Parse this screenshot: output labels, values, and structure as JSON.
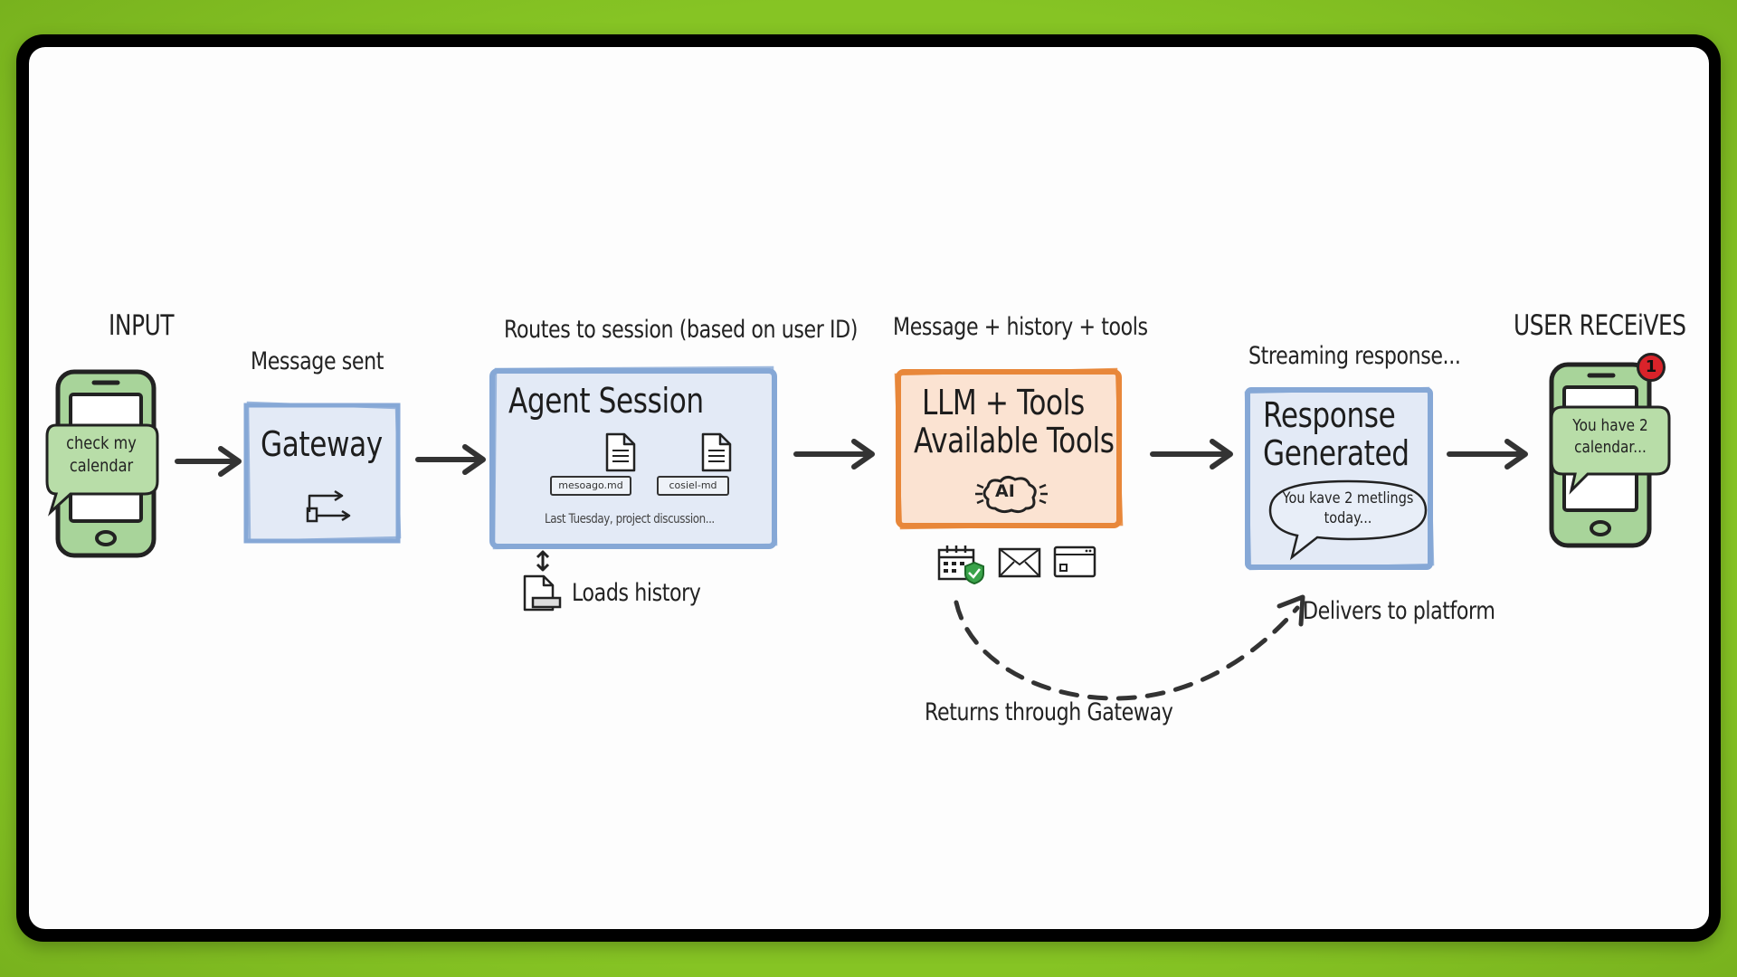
{
  "diagram": {
    "colors": {
      "background": "#86c424",
      "frame": "#000000",
      "canvas": "#fdfdfd",
      "blue_box_fill": "#e3eaf6",
      "blue_box_border": "#86a8d6",
      "orange_box_fill": "#fbe3d2",
      "orange_box_border": "#e8873a",
      "phone_green": "#a8d49a",
      "badge_red": "#d9232a",
      "ink": "#2a2a2a"
    },
    "input": {
      "heading": "INPUT",
      "bubble_text_line1": "check my",
      "bubble_text_line2": "calendar"
    },
    "gateway": {
      "caption": "Message sent",
      "title": "Gateway",
      "icon": "route-split-icon"
    },
    "agent_session": {
      "caption": "Routes to session (based on user ID)",
      "title": "Agent Session",
      "files": [
        {
          "label": "mesoago.md",
          "icon": "document-icon"
        },
        {
          "label": "cosiel-md",
          "icon": "document-icon"
        }
      ],
      "note": "Last Tuesday, project discussion...",
      "history_label": "Loads history",
      "history_icon": "document-stack-icon"
    },
    "llm": {
      "caption": "Message + history + tools",
      "title_line1": "LLM + Tools",
      "title_line2": "Available Tools",
      "ai_badge": "AI",
      "tools": [
        "calendar-check-icon",
        "envelope-icon",
        "browser-window-icon"
      ]
    },
    "response": {
      "caption": "Streaming response...",
      "title_line1": "Response",
      "title_line2": "Generated",
      "bubble_line1": "You kave 2 metlings",
      "bubble_line2": "today..."
    },
    "return_path": {
      "label": "Returns through Gateway",
      "delivers_label": "Delivers to platform"
    },
    "output": {
      "heading": "USER RECEiVES",
      "badge_count": "1",
      "bubble_line1": "You have 2",
      "bubble_line2": "calendar..."
    }
  }
}
